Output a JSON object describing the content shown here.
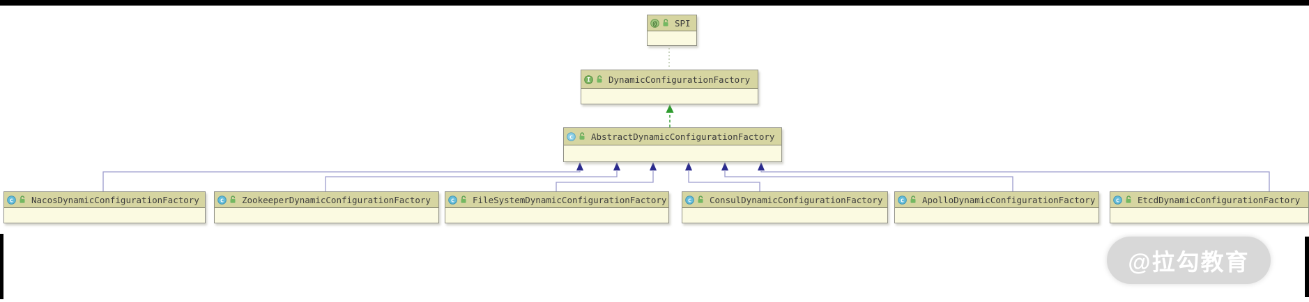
{
  "diagram": {
    "nodes": [
      {
        "id": "spi",
        "kind": "annotation",
        "label": "SPI"
      },
      {
        "id": "dynamic-configuration-factory",
        "kind": "interface",
        "label": "DynamicConfigurationFactory"
      },
      {
        "id": "abstract-dynamic-configuration-factory",
        "kind": "abstract-class",
        "label": "AbstractDynamicConfigurationFactory"
      },
      {
        "id": "nacos-dynamic-configuration-factory",
        "kind": "class",
        "label": "NacosDynamicConfigurationFactory"
      },
      {
        "id": "zookeeper-dynamic-configuration-factory",
        "kind": "class",
        "label": "ZookeeperDynamicConfigurationFactory"
      },
      {
        "id": "filesystem-dynamic-configuration-factory",
        "kind": "class",
        "label": "FileSystemDynamicConfigurationFactory"
      },
      {
        "id": "consul-dynamic-configuration-factory",
        "kind": "class",
        "label": "ConsulDynamicConfigurationFactory"
      },
      {
        "id": "apollo-dynamic-configuration-factory",
        "kind": "class",
        "label": "ApolloDynamicConfigurationFactory"
      },
      {
        "id": "etcd-dynamic-configuration-factory",
        "kind": "class",
        "label": "EtcdDynamicConfigurationFactory"
      }
    ],
    "edges": [
      {
        "from": "DynamicConfigurationFactory",
        "to": "SPI",
        "type": "annotation-link",
        "style": "dotted-gray-green"
      },
      {
        "from": "AbstractDynamicConfigurationFactory",
        "to": "DynamicConfigurationFactory",
        "type": "implements",
        "style": "dashed-green-arrow"
      },
      {
        "from": "NacosDynamicConfigurationFactory",
        "to": "AbstractDynamicConfigurationFactory",
        "type": "extends",
        "style": "solid-blue-arrow"
      },
      {
        "from": "ZookeeperDynamicConfigurationFactory",
        "to": "AbstractDynamicConfigurationFactory",
        "type": "extends",
        "style": "solid-blue-arrow"
      },
      {
        "from": "FileSystemDynamicConfigurationFactory",
        "to": "AbstractDynamicConfigurationFactory",
        "type": "extends",
        "style": "solid-blue-arrow"
      },
      {
        "from": "ConsulDynamicConfigurationFactory",
        "to": "AbstractDynamicConfigurationFactory",
        "type": "extends",
        "style": "solid-blue-arrow"
      },
      {
        "from": "ApolloDynamicConfigurationFactory",
        "to": "AbstractDynamicConfigurationFactory",
        "type": "extends",
        "style": "solid-blue-arrow"
      },
      {
        "from": "EtcdDynamicConfigurationFactory",
        "to": "AbstractDynamicConfigurationFactory",
        "type": "extends",
        "style": "solid-blue-arrow"
      }
    ],
    "colors": {
      "node_header_bg": "#d6d5a1",
      "node_body_bg": "#fbfae1",
      "node_border": "#8f8f85",
      "edge_line": "#9c9ccd",
      "extends_arrow": "#2b2b8e",
      "implements_arrow": "#2e9b2e",
      "annotation_edge": "#aabb99",
      "class_icon": "#65bcd9",
      "interface_icon": "#7cb561",
      "annotation_icon": "#9ec67f",
      "lock_icon": "#74b862"
    }
  },
  "watermark": {
    "text": "@拉勾教育"
  }
}
